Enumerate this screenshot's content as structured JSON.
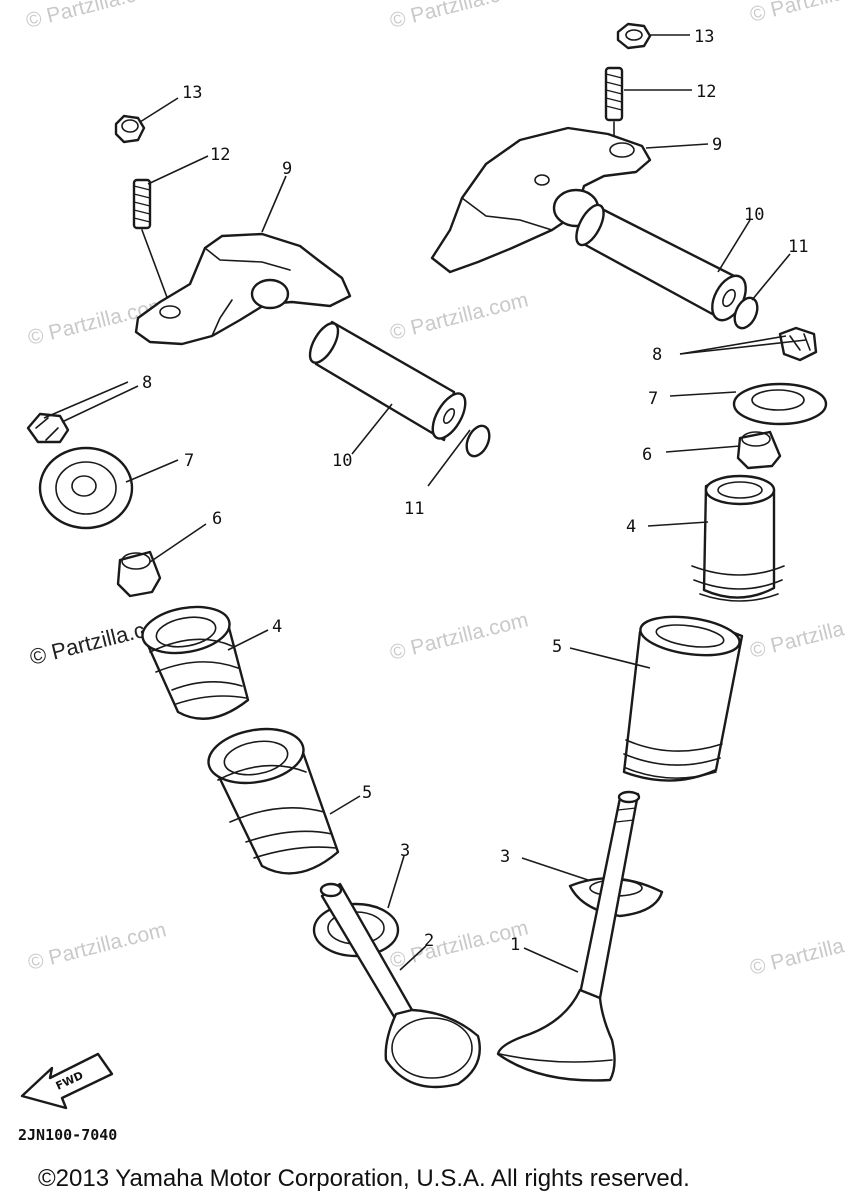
{
  "diagram": {
    "part_labels": [
      "13",
      "12",
      "9",
      "10",
      "11",
      "8",
      "7",
      "6",
      "4",
      "5",
      "3",
      "2",
      "1"
    ],
    "direction_label": "FWD",
    "part_code": "2JN100-7040"
  },
  "watermark": {
    "text": "© Partzilla.com",
    "text_prominent": "© Partzilla.com"
  },
  "footer": {
    "copyright": "©2013 Yamaha Motor Corporation, U.S.A. All rights reserved."
  }
}
